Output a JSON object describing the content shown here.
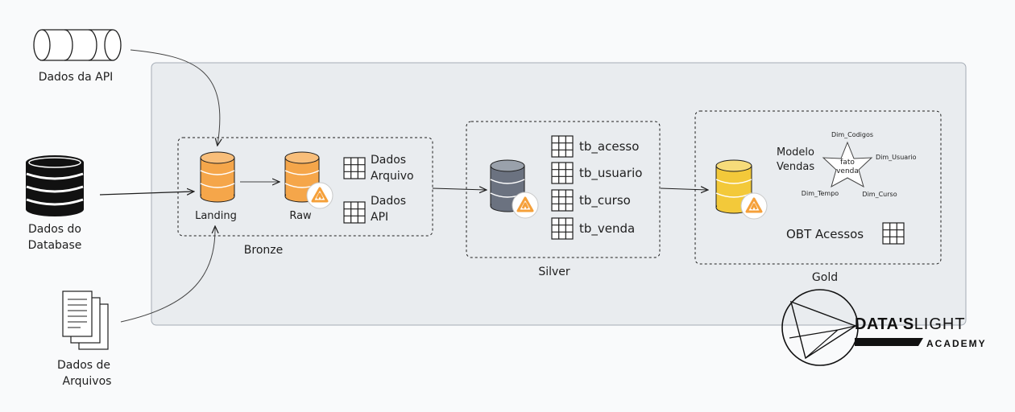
{
  "sources": {
    "api": "Dados da API",
    "database_line1": "Dados do",
    "database_line2": "Database",
    "files_line1": "Dados de",
    "files_line2": "Arquivos"
  },
  "bronze": {
    "title": "Bronze",
    "landing": "Landing",
    "raw": "Raw",
    "tables": [
      {
        "line1": "Dados",
        "line2": "Arquivo"
      },
      {
        "line1": "Dados",
        "line2": "API"
      }
    ]
  },
  "silver": {
    "title": "Silver",
    "tables": [
      "tb_acesso",
      "tb_usuario",
      "tb_curso",
      "tb_venda"
    ]
  },
  "gold": {
    "title": "Gold",
    "model_line1": "Modelo",
    "model_line2": "Vendas",
    "fact_line1": "fato",
    "fact_line2": "venda",
    "dimensions": {
      "codigos": "Dim_Codigos",
      "usuario": "Dim_Usuario",
      "tempo": "Dim_Tempo",
      "curso": "Dim_Curso"
    },
    "obt": "OBT Acessos"
  },
  "logo": {
    "brand_bold": "DATA'S",
    "brand_light": "LIGHT",
    "subtitle": "ACADEMY"
  },
  "colors": {
    "landing_cylinder": "#f5a64a",
    "silver_cylinder": "#6b7280",
    "gold_cylinder": "#f3c93a",
    "platform_bg": "#e9ecef"
  },
  "icons": [
    "cylinder-api-icon",
    "database-icon",
    "documents-icon",
    "table-grid-icon",
    "delta-logo-icon",
    "star-icon",
    "brand-logo-icon"
  ]
}
